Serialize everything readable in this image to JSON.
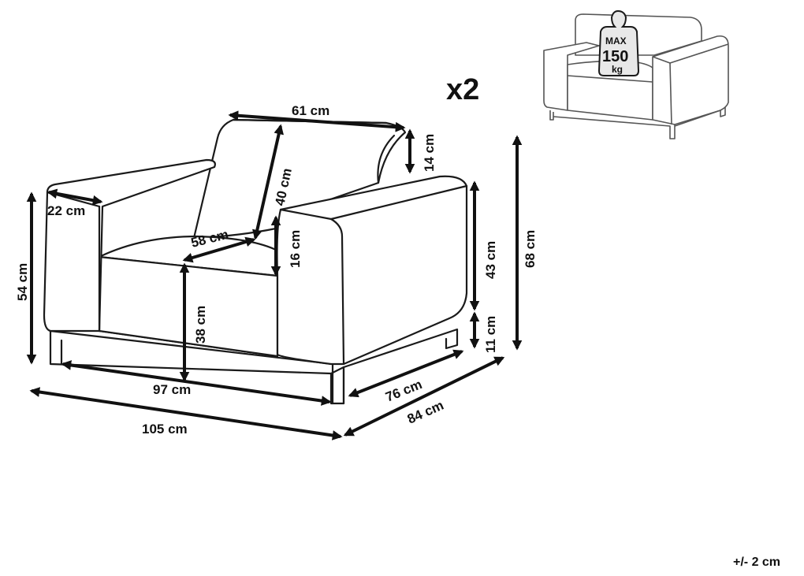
{
  "quantity_label": "x2",
  "tolerance_label": "+/- 2 cm",
  "weight_badge": {
    "max_label": "MAX",
    "value": "150",
    "unit": "kg"
  },
  "dimensions": {
    "backrest_width": "61 cm",
    "backrest_top_height": "14 cm",
    "backrest_height": "40 cm",
    "armrest_width": "22 cm",
    "seat_depth": "58 cm",
    "armrest_above_seat": "16 cm",
    "seat_height": "38 cm",
    "arm_height": "54 cm",
    "side_height": "43 cm",
    "leg_height": "11 cm",
    "total_height": "68 cm",
    "inner_width": "97 cm",
    "total_width": "105 cm",
    "inner_depth": "76 cm",
    "total_depth": "84 cm"
  }
}
